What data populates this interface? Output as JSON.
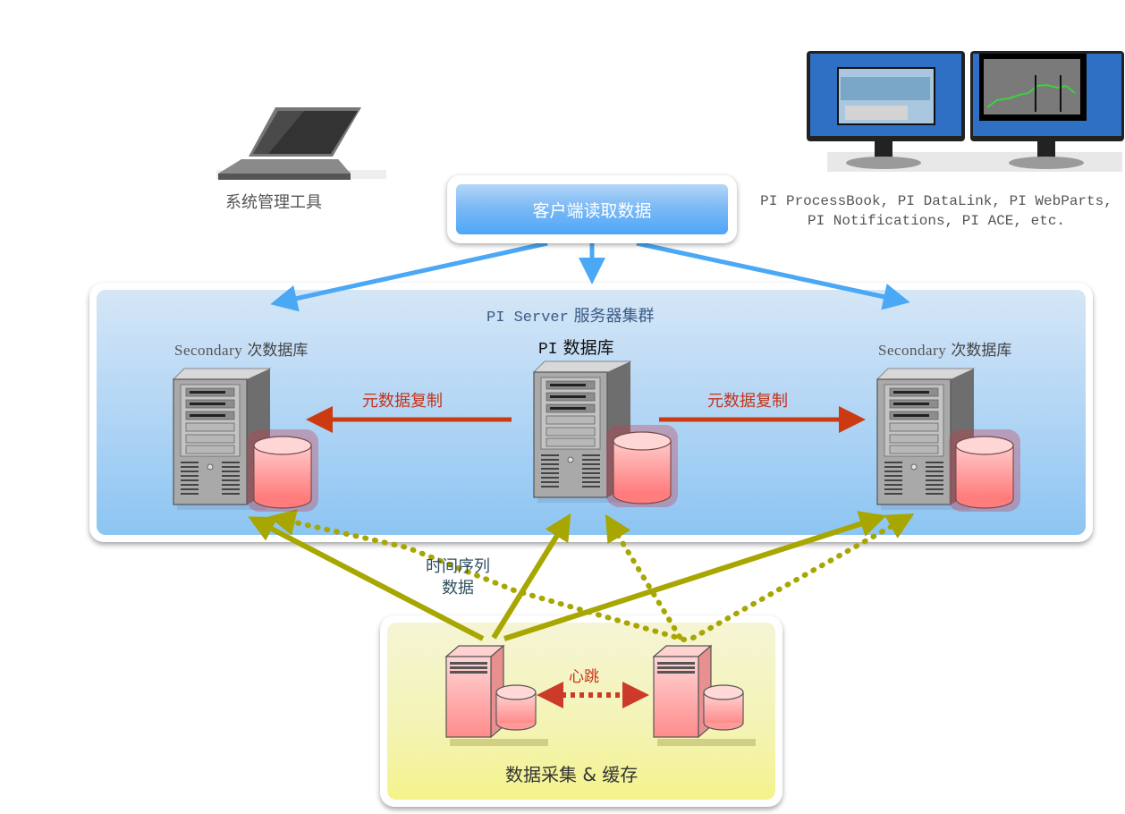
{
  "admin_tool": {
    "icon": "laptop-icon",
    "label": "系统管理工具"
  },
  "client": {
    "label": "客户端读取数据"
  },
  "client_apps": {
    "icon": "monitors-icon",
    "line1": "PI ProcessBook, PI DataLink, PI WebParts,",
    "line2": "PI Notifications, PI ACE, etc."
  },
  "cluster": {
    "title_en": "PI Server",
    "title_zh": "服务器集群",
    "primary": {
      "label_en": "PI",
      "label_zh": "数据库",
      "icon": "server-tower-icon"
    },
    "secondary_left": {
      "label_en": "Secondary",
      "label_zh": "次数据库",
      "icon": "server-tower-icon"
    },
    "secondary_right": {
      "label_en": "Secondary",
      "label_zh": "次数据库",
      "icon": "server-tower-icon"
    },
    "replication_left": "元数据复制",
    "replication_right": "元数据复制"
  },
  "time_series": {
    "line1": "时间序列",
    "line2": "数据"
  },
  "collection": {
    "title": "数据采集 & 缓存",
    "heartbeat": "心跳",
    "node_icon": "interface-server-icon"
  },
  "colors": {
    "client_arrow": "#4aa8f5",
    "replication_arrow": "#cc3a12",
    "data_arrow": "#a8a600",
    "heartbeat_arrow": "#cc3a2a"
  }
}
